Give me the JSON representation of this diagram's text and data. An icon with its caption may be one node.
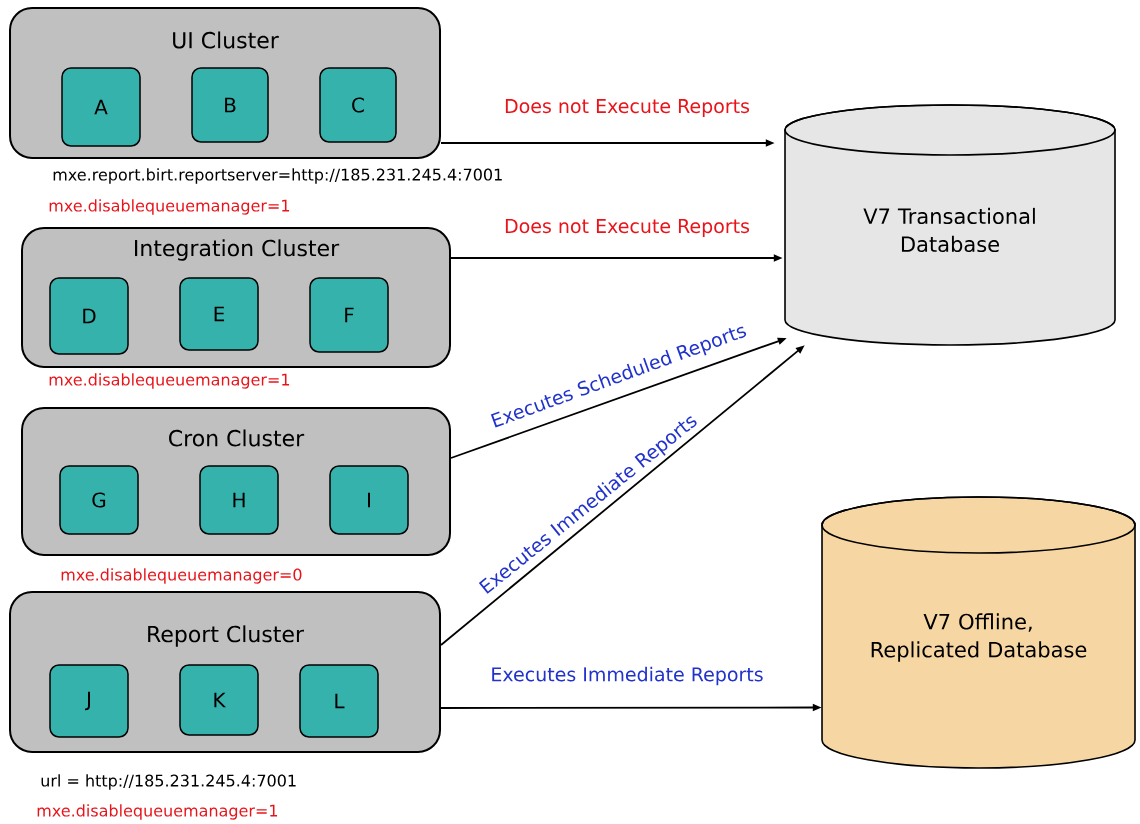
{
  "diagram": {
    "nodes": [
      {
        "text": [
          "UI Cluster"
        ],
        "beside": [
          "mxe.report.birt.reportserver=http://185.231.245.4:7001",
          "mxe.disablequeuemanager=1"
        ]
      },
      {
        "text": [
          "A"
        ],
        "in": 0
      },
      {
        "text": [
          "B"
        ],
        "in": 0
      },
      {
        "text": [
          "C"
        ],
        "in": 0
      },
      {
        "text": [
          "Integration Cluster"
        ],
        "beside": [
          "mxe.disablequeuemanager=1"
        ]
      },
      {
        "text": [
          "D"
        ],
        "in": 4
      },
      {
        "text": [
          "E"
        ],
        "in": 4
      },
      {
        "text": [
          "F"
        ],
        "in": 4
      },
      {
        "text": [
          "Cron Cluster"
        ],
        "beside": [
          "mxe.disablequeuemanager=0"
        ]
      },
      {
        "text": [
          "G"
        ],
        "in": 8
      },
      {
        "text": [
          "H"
        ],
        "in": 8
      },
      {
        "text": [
          "I"
        ],
        "in": 8
      },
      {
        "text": [
          "Report Cluster"
        ],
        "beside": [
          "url = http://185.231.245.4:7001",
          "mxe.disablequeuemanager=1"
        ]
      },
      {
        "text": [
          "J"
        ],
        "in": 12
      },
      {
        "text": [
          "K"
        ],
        "in": 12
      },
      {
        "text": [
          "L"
        ],
        "in": 12
      },
      {
        "text": [
          "V7 Transactional Database"
        ]
      },
      {
        "text": [
          "V7 Offline, Replicated Database"
        ]
      }
    ],
    "edges": [
      {
        "from": 0,
        "to": 16,
        "arrow": "to",
        "label": "Does not Execute Reports"
      },
      {
        "from": 4,
        "to": 16,
        "arrow": "to",
        "label": "Does not Execute Reports"
      },
      {
        "from": 8,
        "to": 16,
        "arrow": "to",
        "label": "Executes Scheduled Reports"
      },
      {
        "from": 12,
        "to": 16,
        "arrow": "to",
        "label": "Executes Immediate Reports"
      },
      {
        "from": 12,
        "to": 17,
        "arrow": "to",
        "label": "Executes Immediate Reports"
      }
    ]
  }
}
